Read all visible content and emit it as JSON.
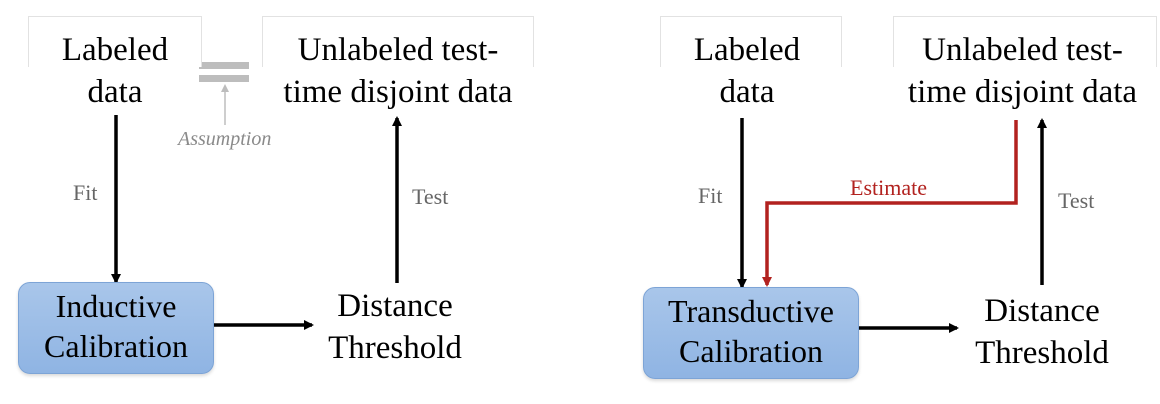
{
  "left_panel": {
    "labeled": {
      "line1": "Labeled",
      "line2": "data"
    },
    "unlabeled": {
      "line1": "Unlabeled test-",
      "line2": "time disjoint data"
    },
    "assumption": "Assumption",
    "fit": "Fit",
    "test": "Test",
    "calibration": {
      "line1": "Inductive",
      "line2": "Calibration"
    },
    "threshold": {
      "line1": "Distance",
      "line2": "Threshold"
    }
  },
  "right_panel": {
    "labeled": {
      "line1": "Labeled",
      "line2": "data"
    },
    "unlabeled": {
      "line1": "Unlabeled test-",
      "line2": "time disjoint data"
    },
    "estimate": "Estimate",
    "fit": "Fit",
    "test": "Test",
    "calibration": {
      "line1": "Transductive",
      "line2": "Calibration"
    },
    "threshold": {
      "line1": "Distance",
      "line2": "Threshold"
    }
  },
  "colors": {
    "estimate_arrow": "#b2221f",
    "node_fill": "#9dbce6",
    "assumption_gray": "#bdbdbd"
  }
}
